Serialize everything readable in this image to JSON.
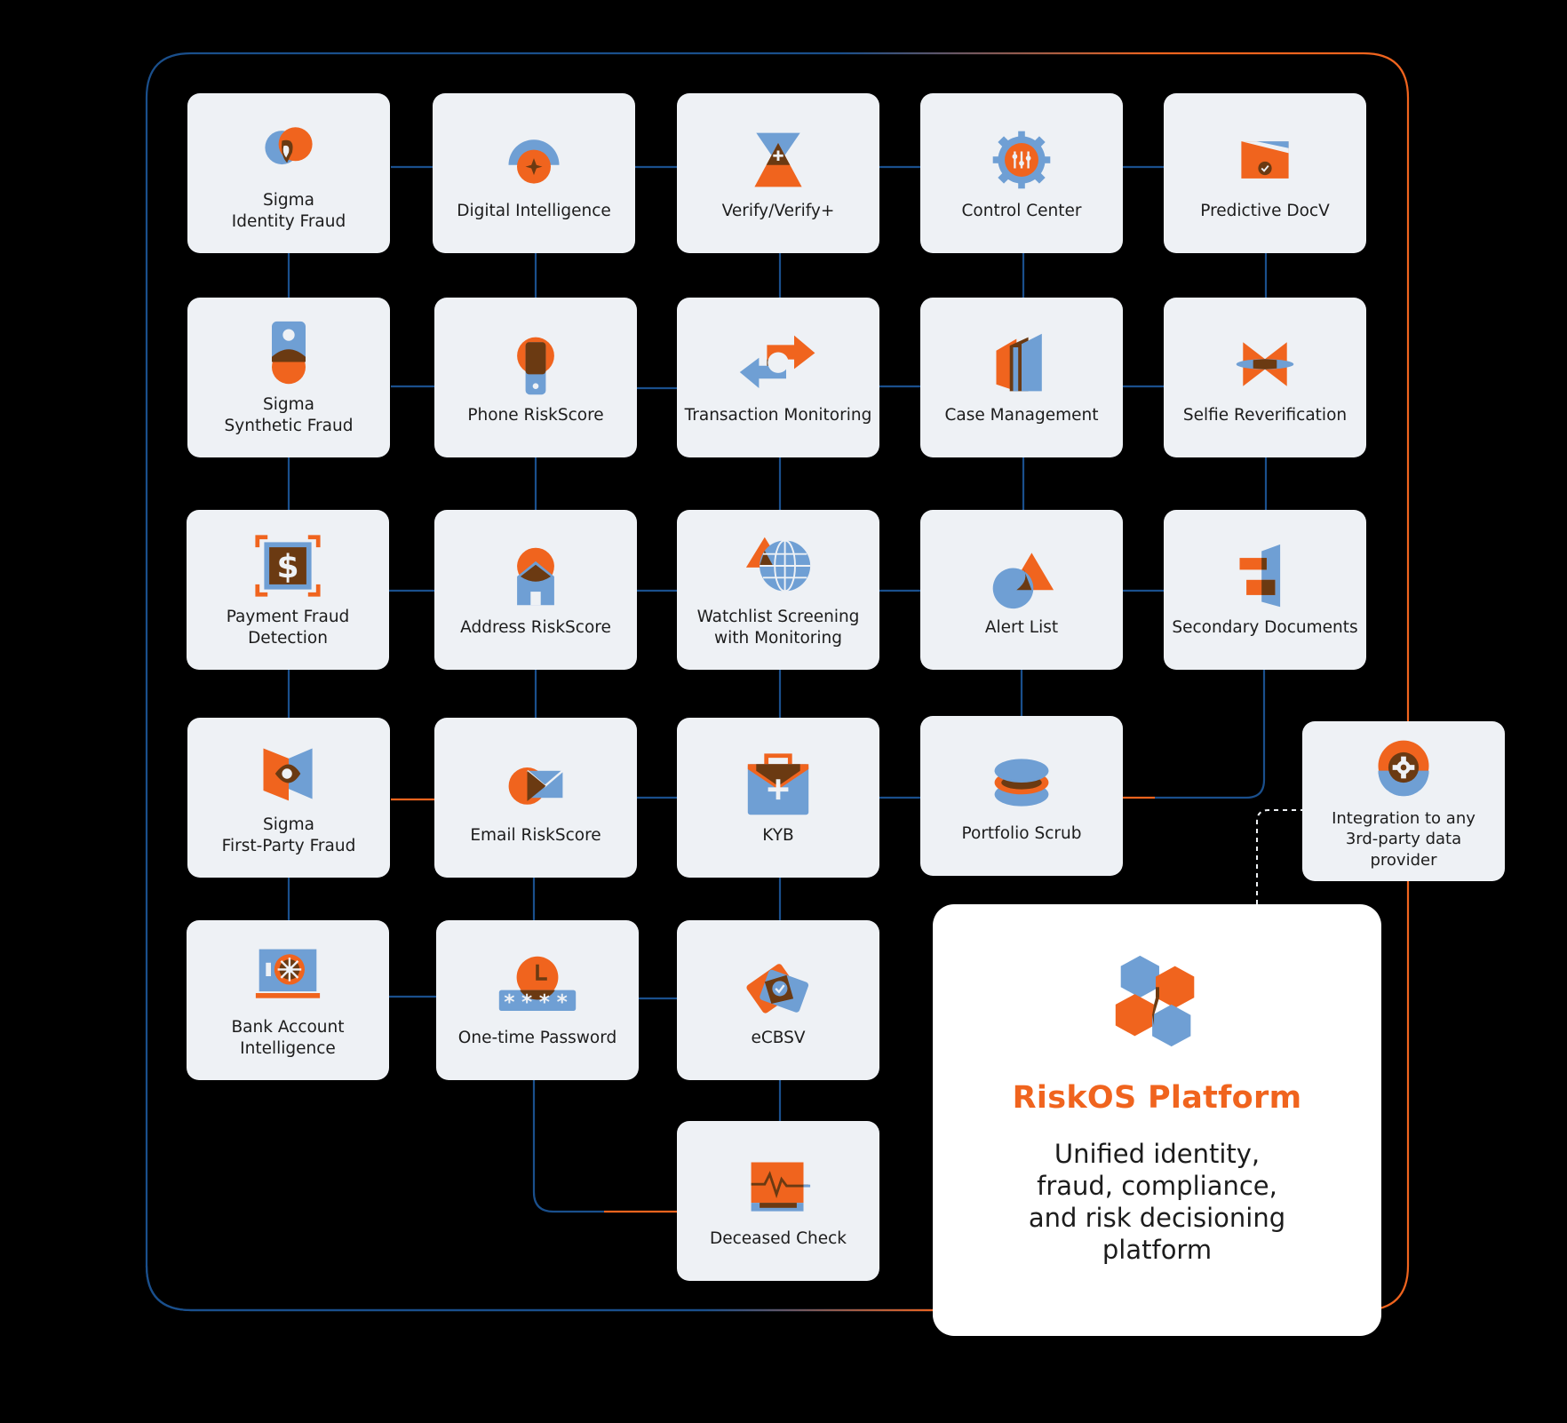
{
  "colors": {
    "background": "#000000",
    "tile": "#eef1f5",
    "accent_orange": "#f0641e",
    "accent_blue": "#6f9fd4",
    "dark_brown": "#6b3a12",
    "frame_blue": "#1a4f8c",
    "frame_orange": "#f0641e"
  },
  "tiles": [
    {
      "id": "sigma-identity-fraud",
      "label": "Sigma\nIdentity Fraud",
      "icon": "sigma-identity-fraud-icon"
    },
    {
      "id": "digital-intelligence",
      "label": "Digital Intelligence",
      "icon": "digital-intelligence-icon"
    },
    {
      "id": "verify",
      "label": "Verify/Verify+",
      "icon": "verify-icon"
    },
    {
      "id": "control-center",
      "label": "Control Center",
      "icon": "gear-icon"
    },
    {
      "id": "predictive-docv",
      "label": "Predictive DocV",
      "icon": "document-check-icon"
    },
    {
      "id": "sigma-synthetic-fraud",
      "label": "Sigma\nSynthetic Fraud",
      "icon": "synthetic-person-icon"
    },
    {
      "id": "phone-riskscore",
      "label": "Phone RiskScore",
      "icon": "phone-icon"
    },
    {
      "id": "transaction-monitoring",
      "label": "Transaction Monitoring",
      "icon": "transaction-arrows-icon"
    },
    {
      "id": "case-management",
      "label": "Case Management",
      "icon": "folders-icon"
    },
    {
      "id": "selfie-reverification",
      "label": "Selfie Reverification",
      "icon": "bowtie-icon"
    },
    {
      "id": "payment-fraud-detection",
      "label": "Payment Fraud\nDetection",
      "icon": "dollar-icon"
    },
    {
      "id": "address-riskscore",
      "label": "Address RiskScore",
      "icon": "house-pin-icon"
    },
    {
      "id": "watchlist-screening",
      "label": "Watchlist Screening\nwith Monitoring",
      "icon": "globe-icon"
    },
    {
      "id": "alert-list",
      "label": "Alert List",
      "icon": "alert-triangle-icon"
    },
    {
      "id": "secondary-documents",
      "label": "Secondary Documents",
      "icon": "secondary-docs-icon"
    },
    {
      "id": "sigma-first-party-fraud",
      "label": "Sigma\nFirst-Party Fraud",
      "icon": "first-party-eye-icon"
    },
    {
      "id": "email-riskscore",
      "label": "Email RiskScore",
      "icon": "envelope-icon"
    },
    {
      "id": "kyb",
      "label": "KYB",
      "icon": "briefcase-icon"
    },
    {
      "id": "portfolio-scrub",
      "label": "Portfolio Scrub",
      "icon": "layers-icon"
    },
    {
      "id": "integration",
      "label": "Integration to any\n3rd-party data\nprovider",
      "icon": "integration-gear-icon"
    },
    {
      "id": "bank-account-intelligence",
      "label": "Bank Account\nIntelligence",
      "icon": "bank-vault-icon"
    },
    {
      "id": "one-time-password",
      "label": "One-time Password",
      "icon": "password-clock-icon"
    },
    {
      "id": "ecbsv",
      "label": "eCBSV",
      "icon": "card-check-icon"
    },
    {
      "id": "deceased-check",
      "label": "Deceased Check",
      "icon": "heartbeat-monitor-icon"
    }
  ],
  "platform": {
    "title": "RiskOS Platform",
    "description": "Unified identity,\nfraud, compliance,\nand risk decisioning\nplatform",
    "icon": "riskos-hexagon-logo-icon"
  }
}
